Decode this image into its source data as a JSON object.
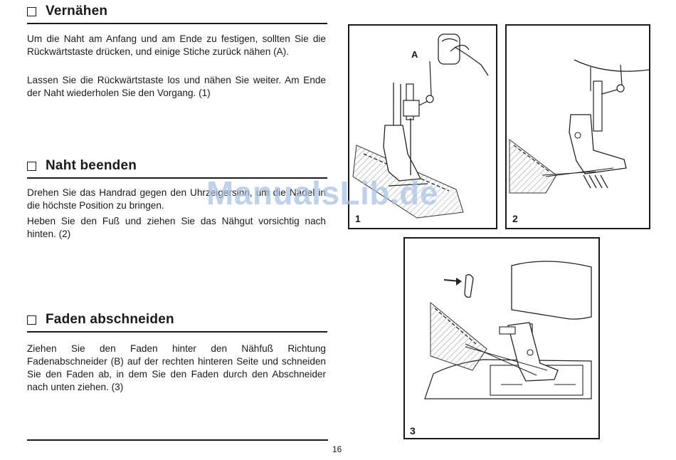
{
  "sections": [
    {
      "title": "Vernähen",
      "paragraphs": [
        "Um die Naht am Anfang und am Ende zu festigen, sollten Sie die Rückwärtstaste drücken, und einige Stiche zurück nähen (A).",
        "Lassen Sie die Rückwärtstaste los und nähen Sie weiter. Am Ende der Naht wiederholen Sie den Vorgang. (1)"
      ]
    },
    {
      "title": "Naht beenden",
      "paragraphs": [
        "Drehen Sie das Handrad gegen den Uhrzeigersinn, um die Nadel in die höchste Position zu bringen.",
        "Heben Sie den Fuß und ziehen Sie das Nähgut vorsichtig nach hinten. (2)"
      ]
    },
    {
      "title": "Faden abschneiden",
      "paragraphs": [
        "Ziehen Sie den Faden hinter den Nähfuß Richtung Fadenabschneider (B) auf der rechten hinteren Seite und schneiden Sie den Faden ab, in dem Sie den Faden durch den Abschneider nach unten ziehen. (3)"
      ]
    }
  ],
  "figures": {
    "fig1": {
      "number": "1",
      "callout": "A"
    },
    "fig2": {
      "number": "2"
    },
    "fig3": {
      "number": "3"
    }
  },
  "page_number": "16",
  "watermark": "ManualsLib.de"
}
